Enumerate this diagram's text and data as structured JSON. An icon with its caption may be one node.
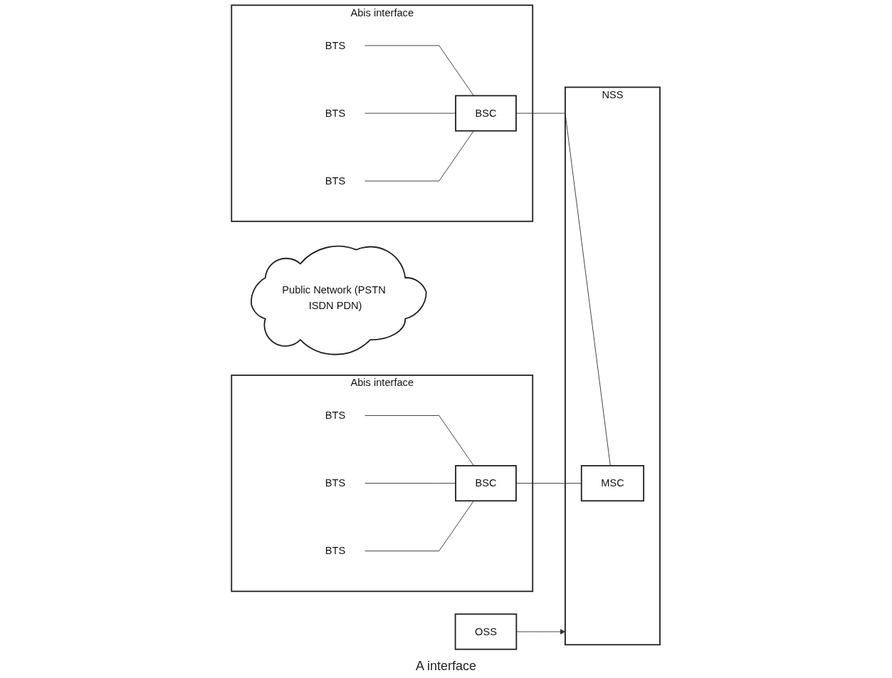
{
  "diagram": {
    "nodes": [
      {
        "text": [
          "Abis interface"
        ]
      },
      {
        "text": [
          "BTS"
        ],
        "in": 0
      },
      {
        "text": [
          "BTS"
        ],
        "in": 0
      },
      {
        "text": [
          "BTS"
        ],
        "in": 0
      },
      {
        "text": [
          "BSC"
        ],
        "in": 0
      },
      {
        "text": [
          "Abis interface"
        ]
      },
      {
        "text": [
          "BTS"
        ],
        "in": 5
      },
      {
        "text": [
          "BTS"
        ],
        "in": 5
      },
      {
        "text": [
          "BTS"
        ],
        "in": 5
      },
      {
        "text": [
          "BSC"
        ],
        "in": 5
      },
      {
        "text": [
          "OSS"
        ]
      },
      {
        "text": [
          "NSS"
        ]
      },
      {
        "text": [
          "MSC"
        ],
        "in": 11
      },
      {
        "text": [
          "Public Network (PSTN ISDN PDN)"
        ]
      }
    ],
    "edges": [
      {
        "from": 1,
        "to": 4,
        "arrow": "none"
      },
      {
        "from": 2,
        "to": 4,
        "arrow": "none"
      },
      {
        "from": 3,
        "to": 4,
        "arrow": "none"
      },
      {
        "from": 6,
        "to": 9,
        "arrow": "none"
      },
      {
        "from": 7,
        "to": 9,
        "arrow": "none"
      },
      {
        "from": 8,
        "to": 9,
        "arrow": "none"
      },
      {
        "from": 4,
        "to": 12,
        "arrow": "none"
      },
      {
        "from": 9,
        "to": 12,
        "arrow": "none"
      },
      {
        "from": 10,
        "to": 11,
        "arrow": "to"
      }
    ],
    "labels": [
      "A interface"
    ]
  }
}
